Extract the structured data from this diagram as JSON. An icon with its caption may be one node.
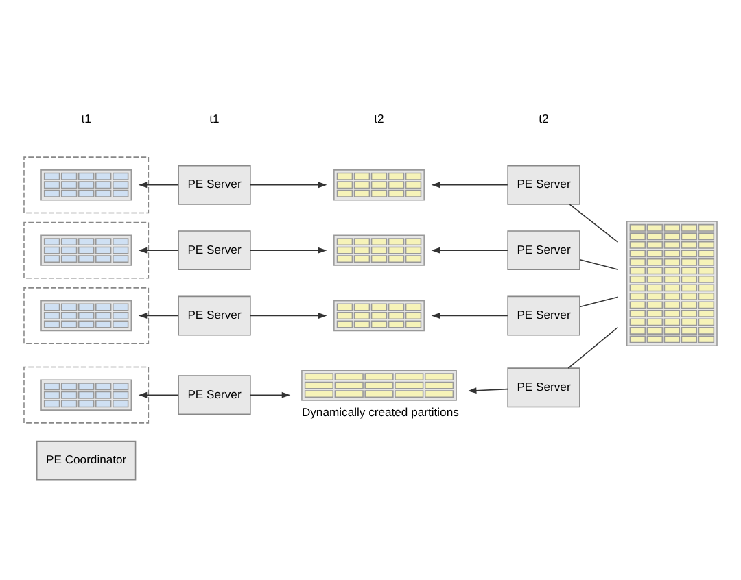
{
  "diagram": {
    "nodes": [
      {
        "text": [
          "PE Coordinator"
        ]
      },
      {
        "text": [],
        "shape": "box"
      },
      {
        "text": [],
        "shape": "picture",
        "in": 1
      },
      {
        "text": [
          "PE Server"
        ]
      },
      {
        "text": [],
        "shape": "picture"
      },
      {
        "text": [
          "PE Server"
        ]
      },
      {
        "text": [],
        "shape": "picture"
      },
      {
        "text": [],
        "shape": "box"
      },
      {
        "text": [],
        "shape": "picture",
        "in": 7
      },
      {
        "text": [
          "PE Server"
        ]
      },
      {
        "text": [],
        "shape": "picture"
      },
      {
        "text": [
          "PE Server"
        ]
      },
      {
        "text": [],
        "shape": "box"
      },
      {
        "text": [],
        "shape": "picture",
        "in": 12
      },
      {
        "text": [
          "PE Server"
        ]
      },
      {
        "text": [],
        "shape": "picture"
      },
      {
        "text": [
          "PE Server"
        ]
      },
      {
        "text": [],
        "shape": "box"
      },
      {
        "text": [],
        "shape": "picture",
        "in": 17
      },
      {
        "text": [
          "PE Server"
        ]
      },
      {
        "text": [],
        "shape": "picture",
        "beside": [
          "Dynamically created partitions"
        ]
      },
      {
        "text": [
          "PE Server"
        ]
      }
    ],
    "edges": [
      {
        "from": 3,
        "to": 2,
        "arrow": "to"
      },
      {
        "from": 3,
        "to": 4,
        "arrow": "to"
      },
      {
        "from": 5,
        "to": 4,
        "arrow": "to"
      },
      {
        "from": 6,
        "to": 5,
        "arrow": "none"
      },
      {
        "from": 9,
        "to": 8,
        "arrow": "to"
      },
      {
        "from": 9,
        "to": 10,
        "arrow": "to"
      },
      {
        "from": 11,
        "to": 10,
        "arrow": "to"
      },
      {
        "from": 6,
        "to": 11,
        "arrow": "none"
      },
      {
        "from": 14,
        "to": 13,
        "arrow": "to"
      },
      {
        "from": 14,
        "to": 15,
        "arrow": "to"
      },
      {
        "from": 16,
        "to": 15,
        "arrow": "to"
      },
      {
        "from": 6,
        "to": 16,
        "arrow": "none"
      },
      {
        "from": 19,
        "to": 18,
        "arrow": "to"
      },
      {
        "from": 19,
        "to": 20,
        "arrow": "to"
      },
      {
        "from": 21,
        "to": 20,
        "arrow": "to"
      },
      {
        "from": 6,
        "to": 21,
        "arrow": "none"
      }
    ],
    "labels": [
      "t1",
      "t2",
      "t1",
      "t2"
    ]
  }
}
